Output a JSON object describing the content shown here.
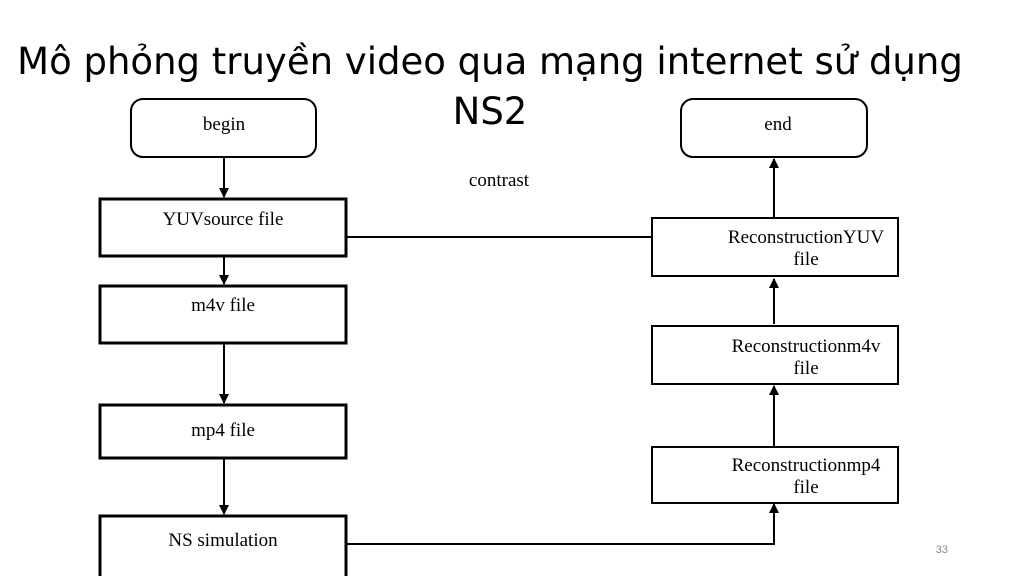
{
  "slide": {
    "title_line1": "Mô phỏng truyền video qua mạng internet sử dụng",
    "title_line2": "NS2",
    "page_number": "33"
  },
  "diagram": {
    "begin": "begin",
    "yuv_source": "YUVsource file",
    "m4v": "m4v file",
    "mp4": "mp4 file",
    "ns_sim": "NS simulation",
    "end": "end",
    "recon_yuv_l1": "ReconstructionYUV",
    "recon_yuv_l2": "file",
    "recon_m4v_l1": "Reconstructionm4v",
    "recon_m4v_l2": "file",
    "recon_mp4_l1": "Reconstructionmp4",
    "recon_mp4_l2": "file",
    "contrast": "contrast"
  }
}
